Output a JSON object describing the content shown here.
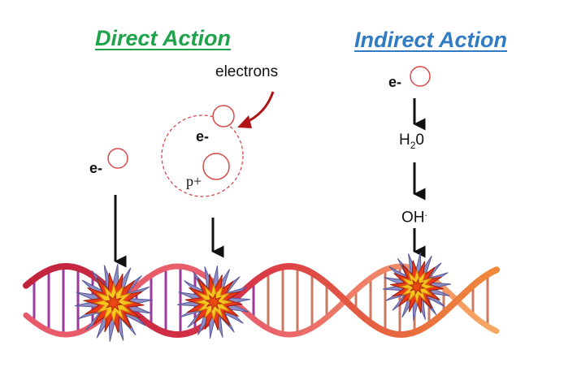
{
  "titles": {
    "direct": "Direct Action",
    "indirect": "Indirect Action"
  },
  "labels": {
    "electrons": "electrons",
    "electron_left": "e-",
    "electron_atom": "e-",
    "proton": "p+",
    "electron_right": "e-",
    "water_base": "H",
    "water_sub": "2",
    "water_end": "0",
    "hydroxyl": "OH",
    "hydroxyl_sup": "."
  },
  "colors": {
    "direct_title": "#1fa34a",
    "indirect_title": "#2f7cc4",
    "particle_outline": "#d84a4a",
    "pointer_arrow": "#b01515",
    "arrows": "#111111",
    "strand_left": "#c0243c",
    "strand_right": "#f08a3a",
    "rungs_left": "#9a3a9c",
    "rungs_right": "#c87a62",
    "burst_outer": "#8e8ec6",
    "burst_mid": "#e83a1a",
    "burst_inner": "#f7c51e"
  },
  "icons": [
    "electron-circle-icon",
    "proton-circle-icon",
    "curved-pointer-arrow-icon",
    "down-arrow-icon",
    "damage-burst-icon",
    "dna-helix-icon"
  ]
}
